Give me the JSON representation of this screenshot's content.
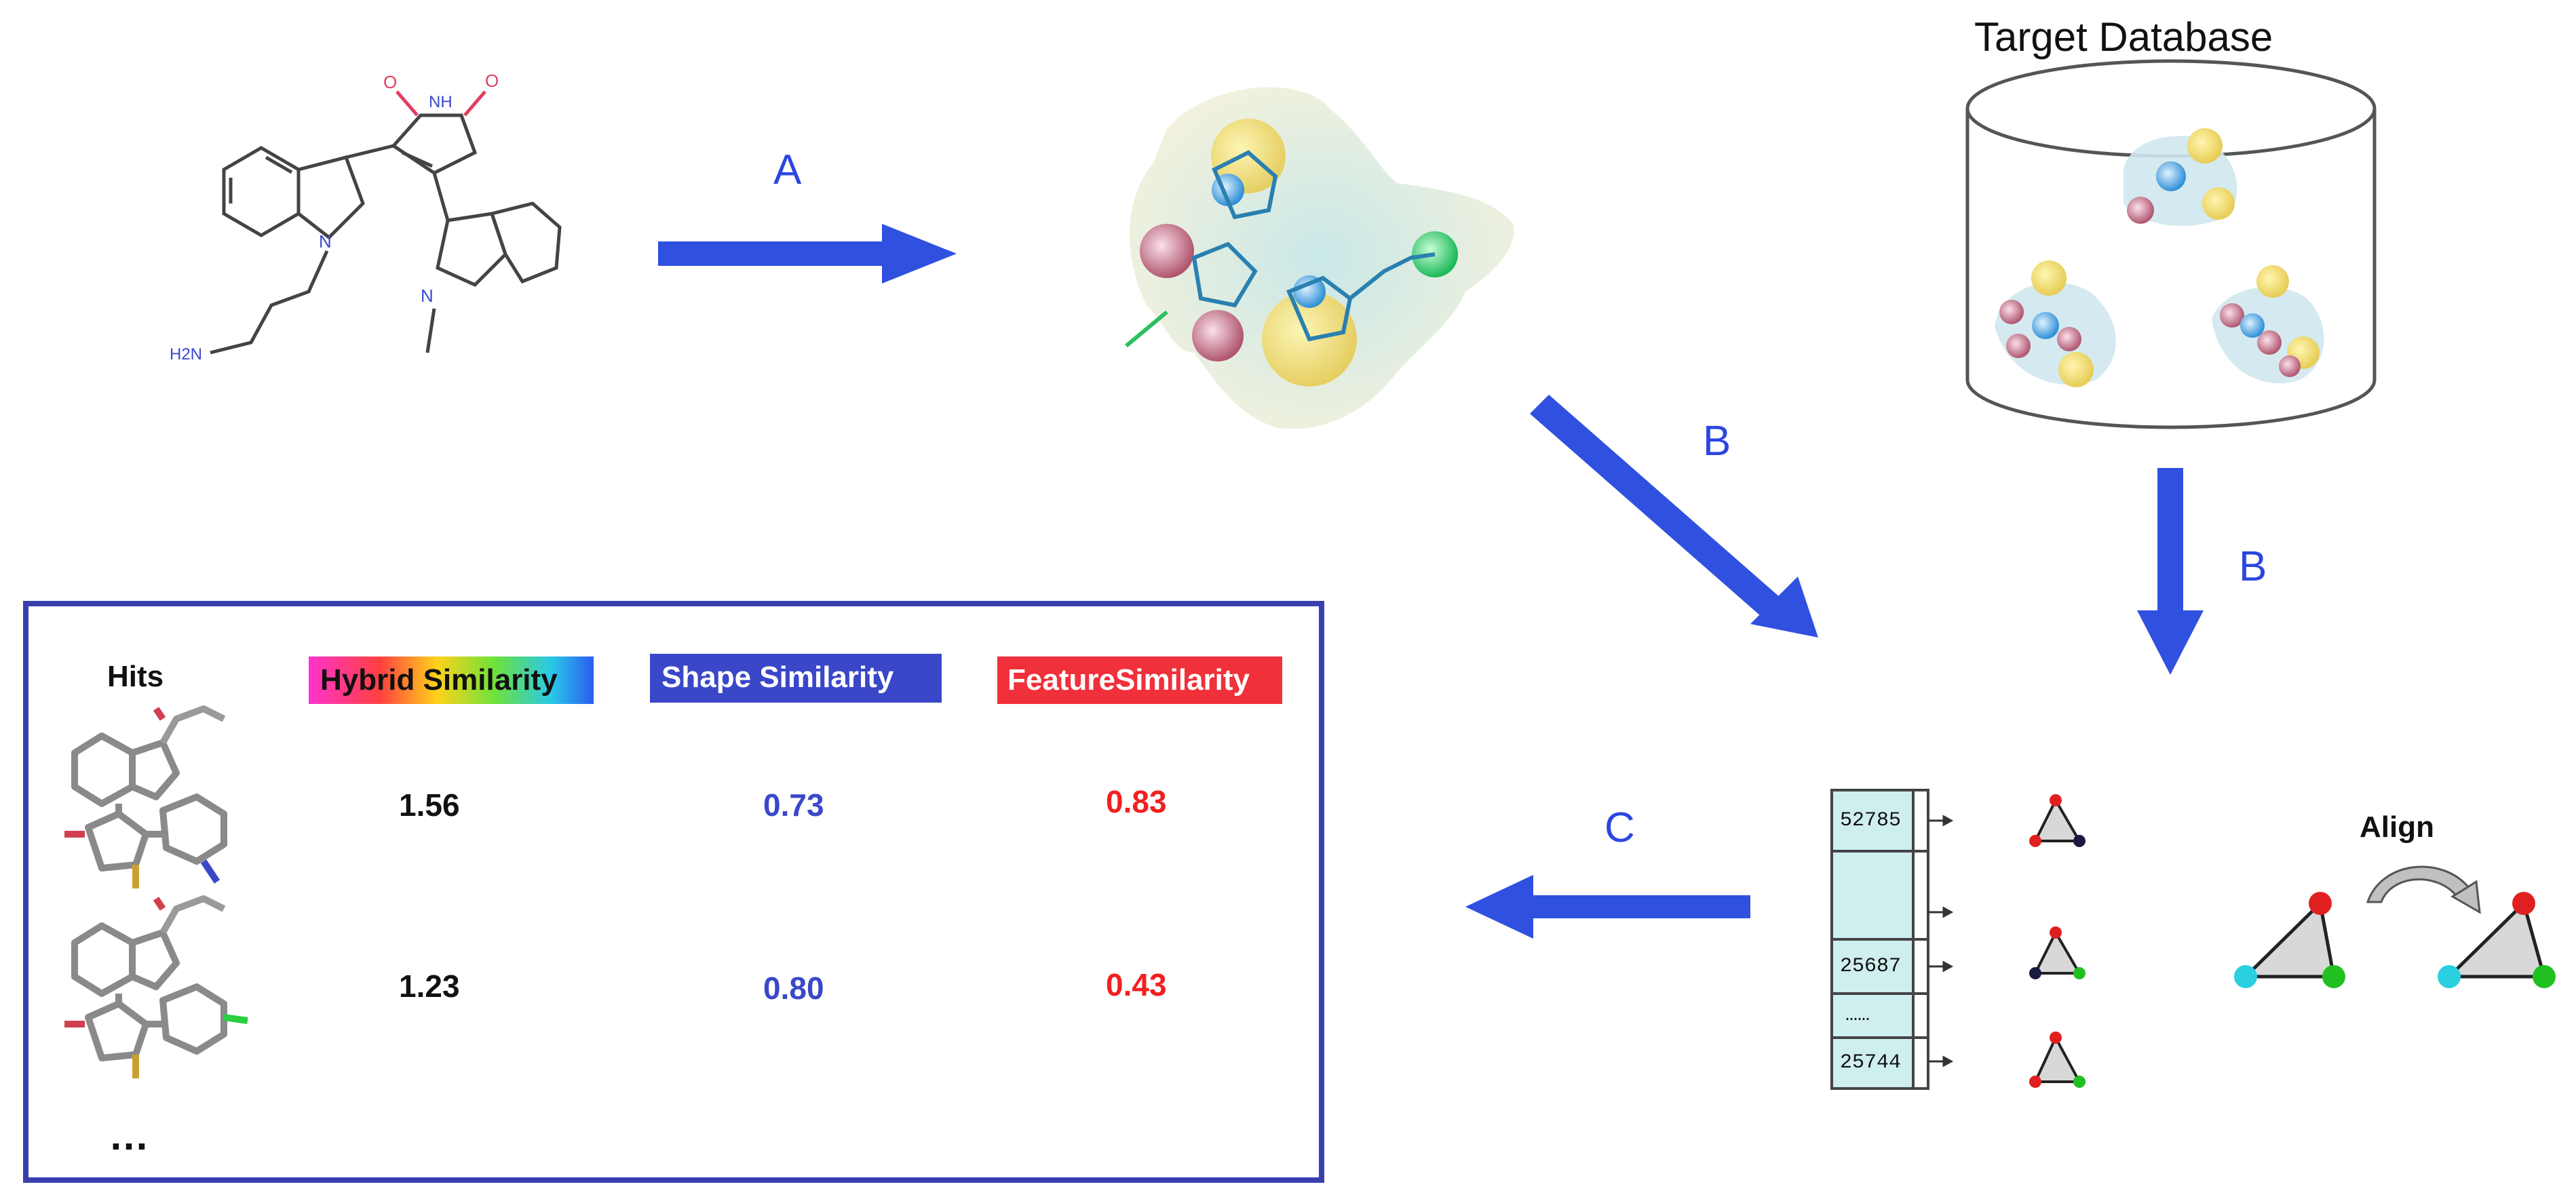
{
  "labels": {
    "target_database": "Target Database",
    "arrow_a": "A",
    "arrow_b1": "B",
    "arrow_b2": "B",
    "arrow_c": "C",
    "align": "Align",
    "h2n": "H2N"
  },
  "results": {
    "hits_header": "Hits",
    "hybrid_header": "Hybrid Similarity",
    "shape_header": "Shape Similarity",
    "feature_header": "FeatureSimilarity",
    "rows": [
      {
        "hybrid": "1.56",
        "shape": "0.73",
        "feature": "0.83"
      },
      {
        "hybrid": "1.23",
        "shape": "0.80",
        "feature": "0.43"
      }
    ],
    "ellipsis": "…"
  },
  "hash_table": {
    "rows": [
      "52785",
      "",
      "25687",
      "……",
      "25744"
    ]
  },
  "colors": {
    "arrow": "#3050e0",
    "box_border": "#3a3fb0",
    "shape_header_bg": "#3a47c8",
    "feature_header_bg": "#f0303a",
    "hash_cell": "#cfeeee",
    "shape_value": "#3a48c8",
    "feature_value": "#f02020"
  }
}
